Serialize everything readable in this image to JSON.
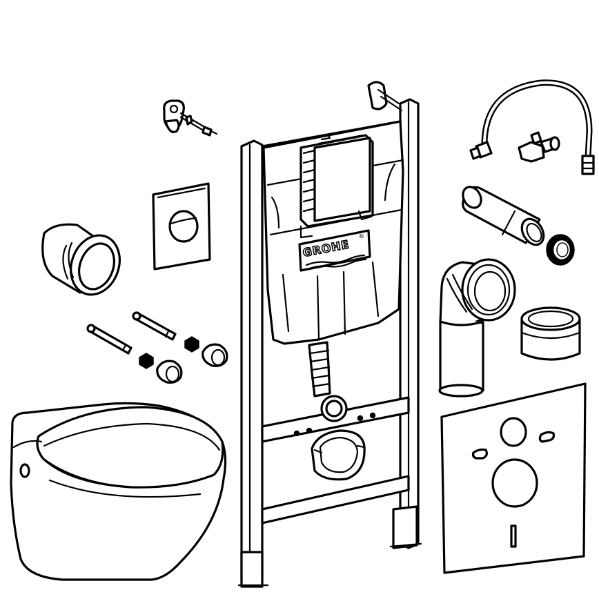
{
  "brand": {
    "name": "GROHE",
    "mark": "®"
  },
  "parts": [
    "wall-hung-toilet-bowl",
    "installation-frame",
    "cistern",
    "flush-plate",
    "wall-brackets",
    "water-supply-hose",
    "angle-valve",
    "flush-pipe",
    "pipe-seal",
    "drain-elbow",
    "drain-connector",
    "inlet-sleeve",
    "fixing-studs",
    "nuts-and-caps",
    "soundproofing-mat"
  ]
}
